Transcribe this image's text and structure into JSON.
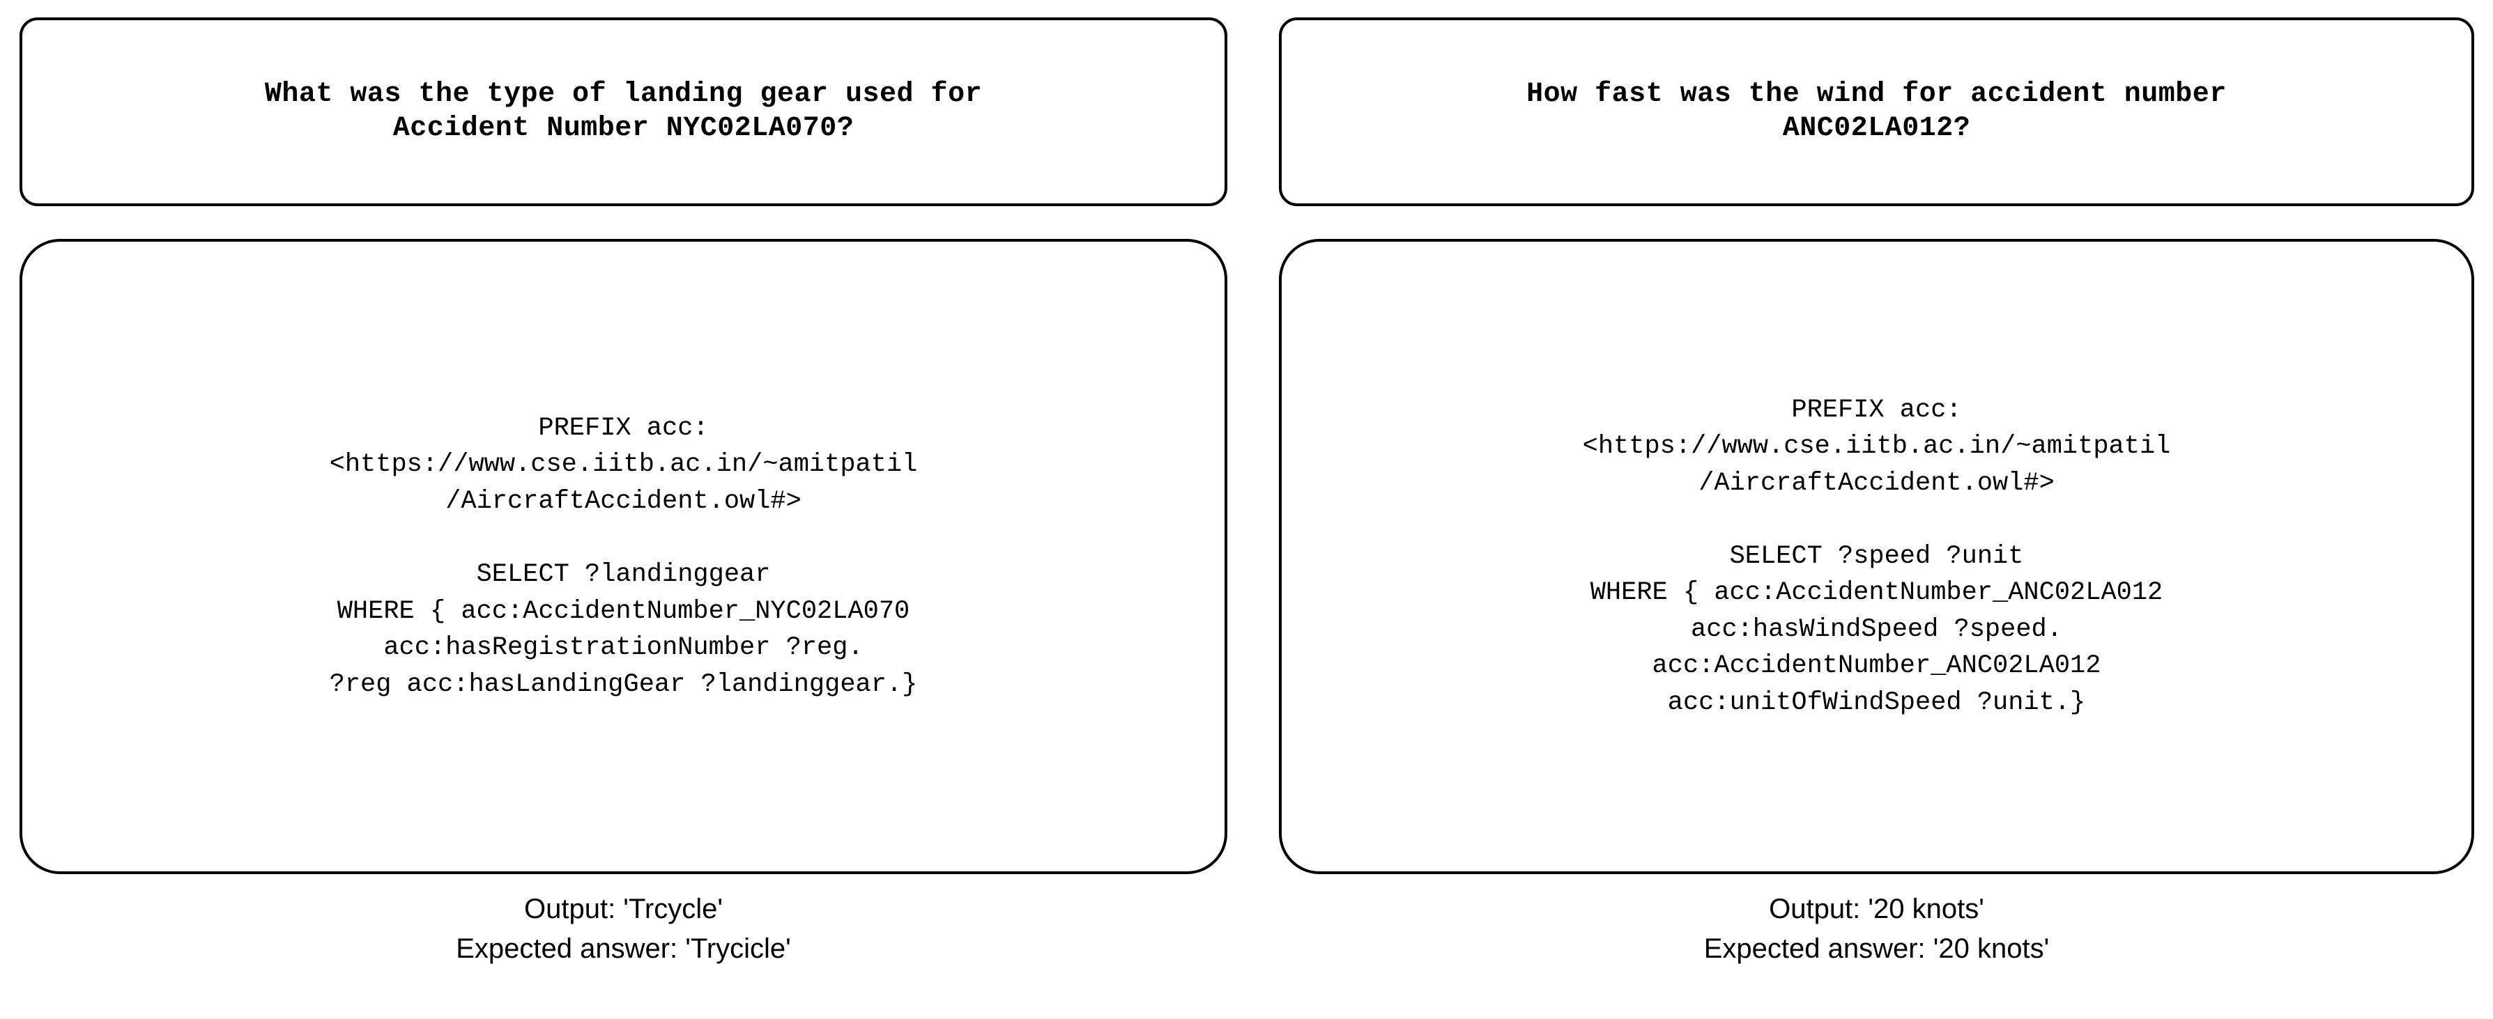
{
  "figure": {
    "layout": "two-column-comparison",
    "background_color": "#ffffff",
    "stroke_color": "#000000"
  },
  "panels": [
    {
      "id": "panel-left",
      "question": {
        "text": "What was the type of landing gear used for\nAccident Number NYC02LA070?"
      },
      "query": {
        "text": "PREFIX acc:\n<https://www.cse.iitb.ac.in/~amitpatil\n/AircraftAccident.owl#>\n\nSELECT ?landinggear\nWHERE { acc:AccidentNumber_NYC02LA070\nacc:hasRegistrationNumber ?reg.\n?reg acc:hasLandingGear ?landinggear.}"
      },
      "output_line": "Output: 'Trcycle'",
      "expected_line": "Expected answer: 'Trycicle'"
    },
    {
      "id": "panel-right",
      "question": {
        "text": "How fast was the wind for accident number\nANC02LA012?"
      },
      "query": {
        "text": "PREFIX acc:\n<https://www.cse.iitb.ac.in/~amitpatil\n/AircraftAccident.owl#>\n\nSELECT ?speed ?unit\nWHERE { acc:AccidentNumber_ANC02LA012\nacc:hasWindSpeed ?speed.\nacc:AccidentNumber_ANC02LA012\nacc:unitOfWindSpeed ?unit.}"
      },
      "output_line": "Output: '20 knots'",
      "expected_line": "Expected answer: '20 knots'"
    }
  ]
}
